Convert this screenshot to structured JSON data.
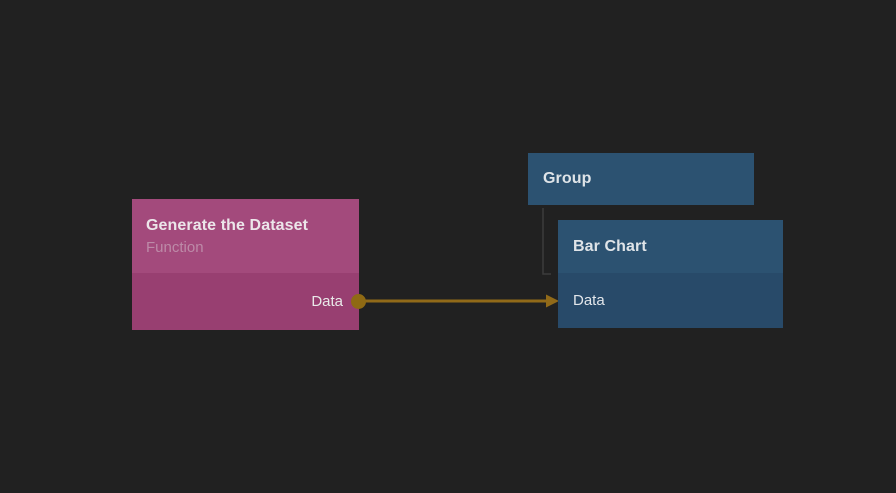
{
  "canvas": {
    "background_color": "#212121"
  },
  "colors": {
    "edge": "#916a19",
    "port_dot": "#8f6a14",
    "tree_connector": "#3c3c3c",
    "function_node_header": "#a34a7c",
    "function_node_body": "#983f71",
    "blue_node_header": "#2c5271",
    "blue_node_body": "#284a69"
  },
  "nodes": {
    "generate_dataset": {
      "title": "Generate the Dataset",
      "subtitle": "Function",
      "output_port_label": "Data"
    },
    "group": {
      "title": "Group"
    },
    "bar_chart": {
      "title": "Bar Chart",
      "input_port_label": "Data"
    }
  },
  "edges": [
    {
      "from_node": "Generate the Dataset",
      "from_port": "Data",
      "to_node": "Bar Chart",
      "to_port": "Data",
      "color": "#916a19"
    },
    {
      "from_node": "Group",
      "to_node": "Bar Chart",
      "style": "tree-elbow",
      "color": "#3c3c3c"
    }
  ]
}
